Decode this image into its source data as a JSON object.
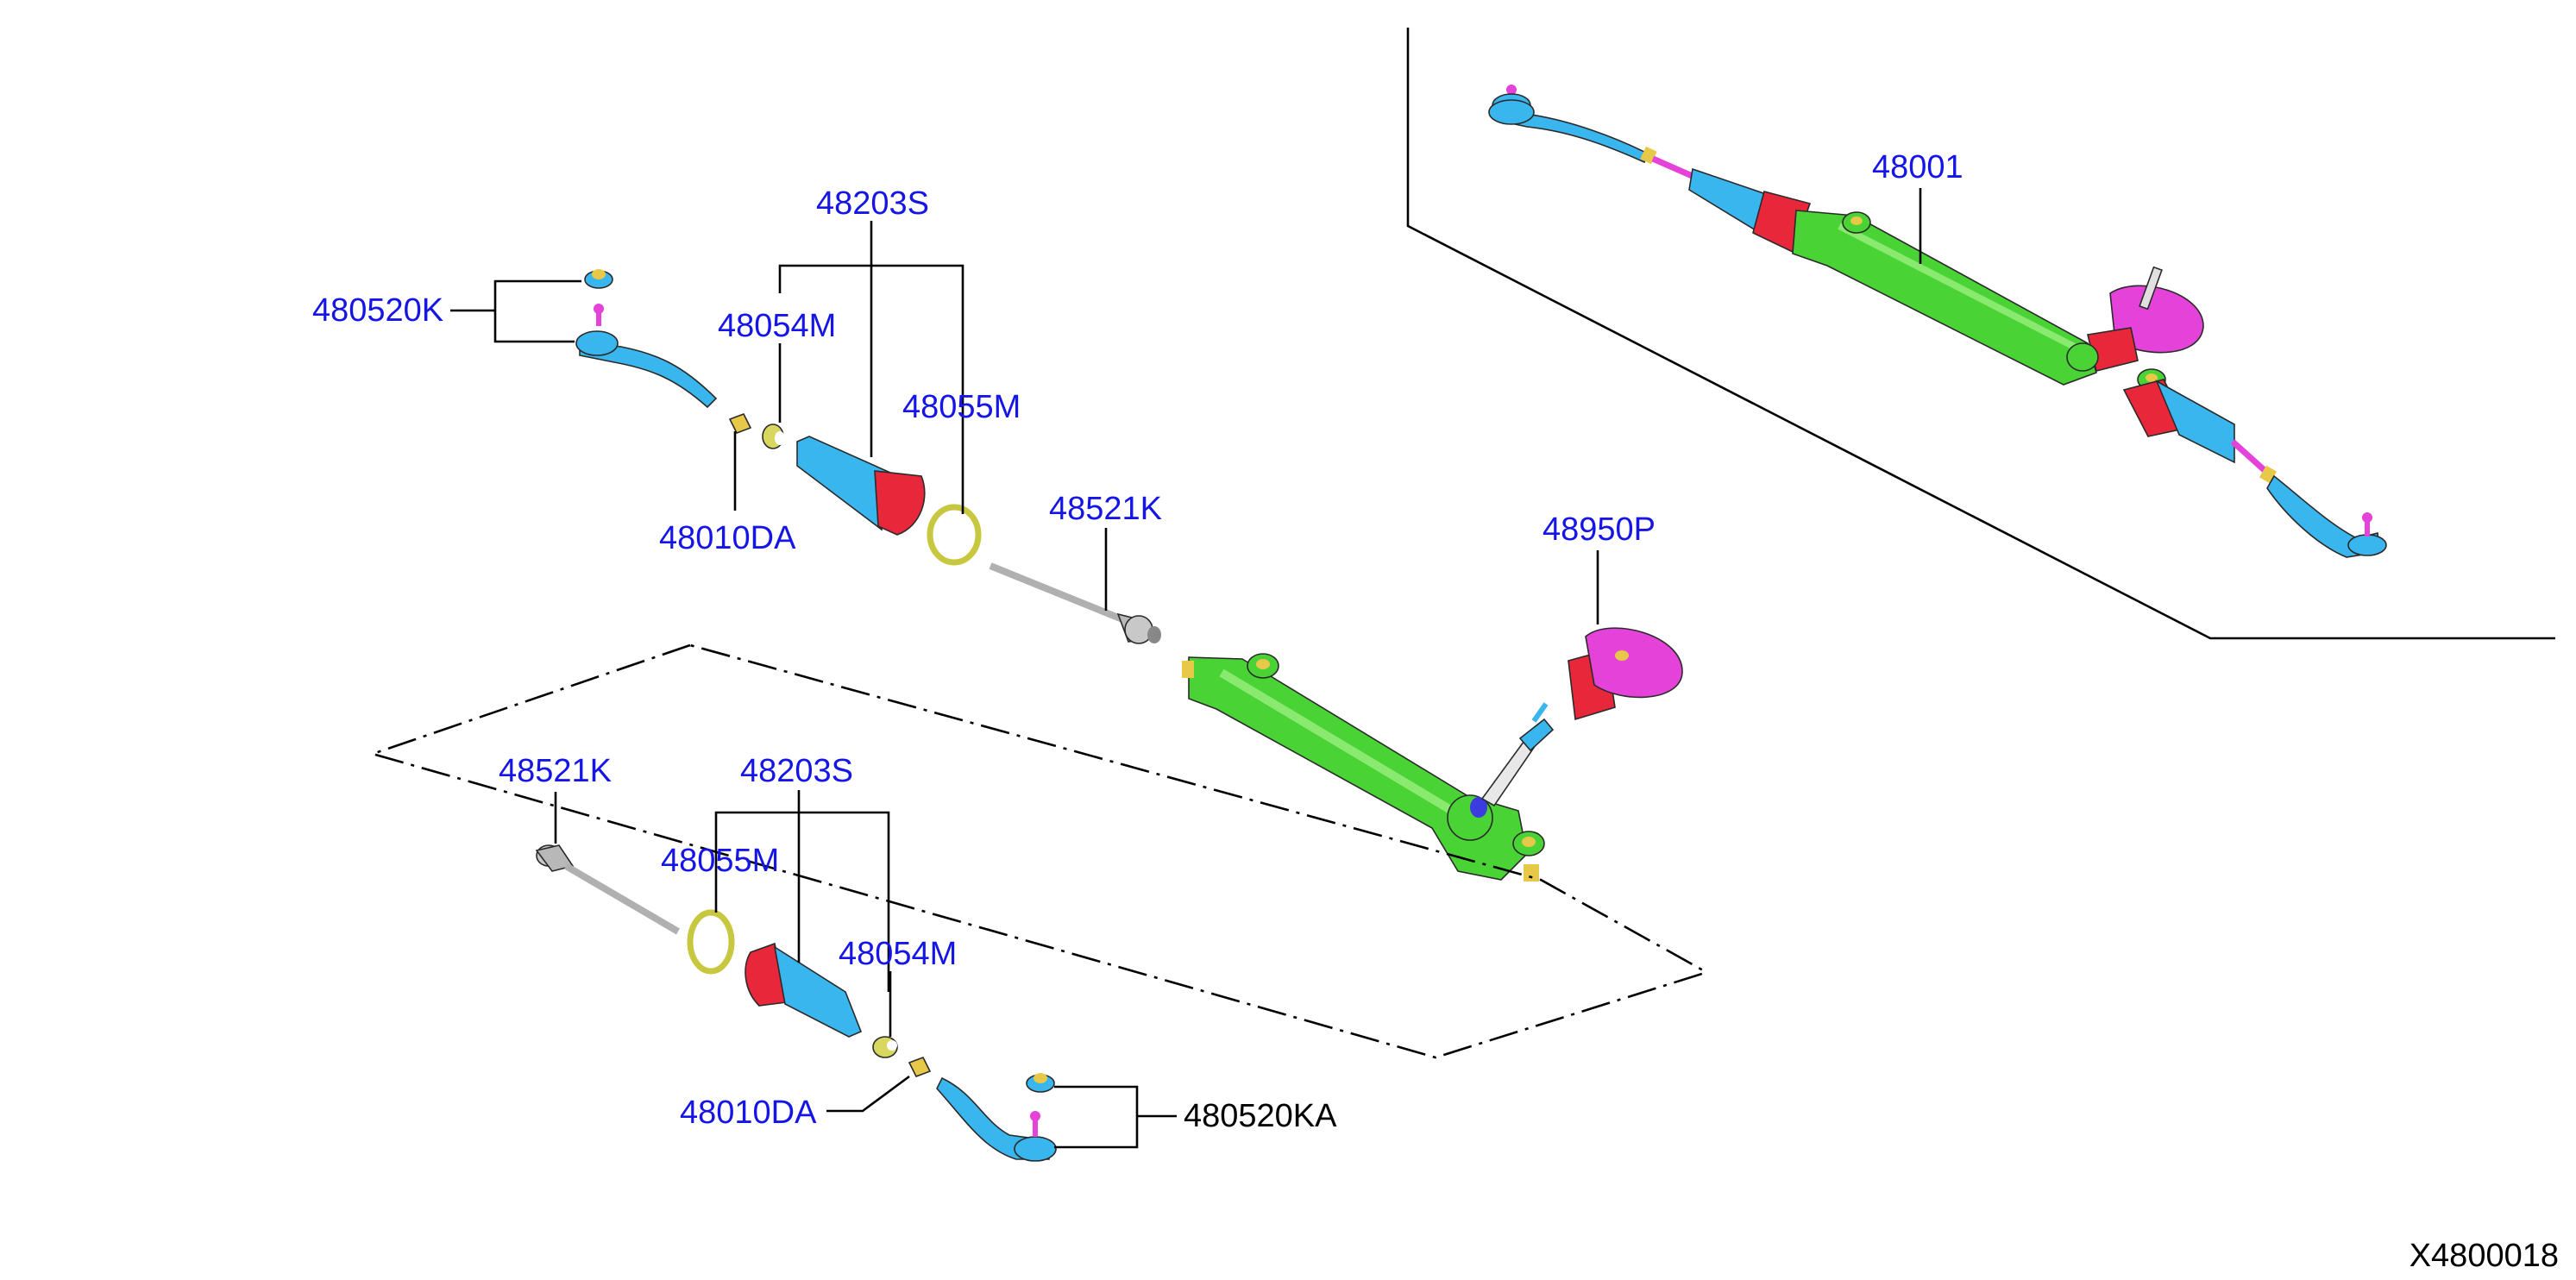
{
  "diagram_id": "X4800018",
  "colors": {
    "callout": "#1515e6",
    "plain_label": "#000000",
    "housing": "#49d335",
    "boot_blue": "#3ab6ee",
    "boot_red": "#e8283a",
    "pinion": "#e442d8",
    "metal": "#b8b8b8",
    "brass": "#e8c848",
    "ring": "#d8d860"
  },
  "labels": {
    "assembly": "48001",
    "tie_rod_end_left": "480520K",
    "boot_top": "48203S",
    "clamp_top": "48054M",
    "ring_top": "48055M",
    "nut_top": "48010DA",
    "inner_rod_top": "48521K",
    "pinion_cover": "48950P",
    "inner_rod_bottom": "48521K",
    "boot_bottom": "48203S",
    "ring_bottom": "48055M",
    "clamp_bottom": "48054M",
    "nut_bottom": "48010DA",
    "tie_rod_end_right": "480520KA"
  }
}
